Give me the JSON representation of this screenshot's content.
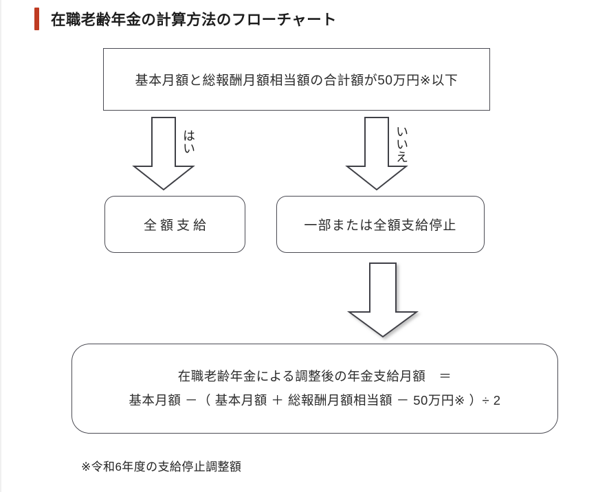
{
  "page": {
    "background": "#ffffff",
    "accent_color": "#bf3b22",
    "line_color": "#4a4a52"
  },
  "header": {
    "title": "在職老齢年金の計算方法のフローチャート"
  },
  "chart_data": {
    "type": "diagram",
    "title": "在職老齢年金の計算方法のフローチャート",
    "nodes": [
      {
        "id": "condition",
        "shape": "rectangle",
        "text": "基本月額と総報酬月額相当額の合計額が50万円※以下"
      },
      {
        "id": "yes-result",
        "shape": "rounded-rectangle",
        "text": "全額支給"
      },
      {
        "id": "no-result",
        "shape": "rounded-rectangle",
        "text": "一部または全額支給停止"
      },
      {
        "id": "formula",
        "shape": "rounded-rectangle",
        "line1": "在職老齢年金による調整後の年金支給月額　＝",
        "line2": "基本月額 －（ 基本月額 ＋ 総報酬月額相当額 － 50万円※ ）÷ 2"
      }
    ],
    "edges": [
      {
        "id": "yes-arrow",
        "from": "condition",
        "to": "yes-result",
        "label": "はい",
        "direction": "down"
      },
      {
        "id": "no-arrow",
        "from": "condition",
        "to": "no-result",
        "label": "いいえ",
        "direction": "down"
      },
      {
        "id": "down-arrow",
        "from": "no-result",
        "to": "formula",
        "label": "",
        "direction": "down"
      }
    ]
  },
  "footnote": {
    "text": "※令和6年度の支給停止調整額"
  }
}
